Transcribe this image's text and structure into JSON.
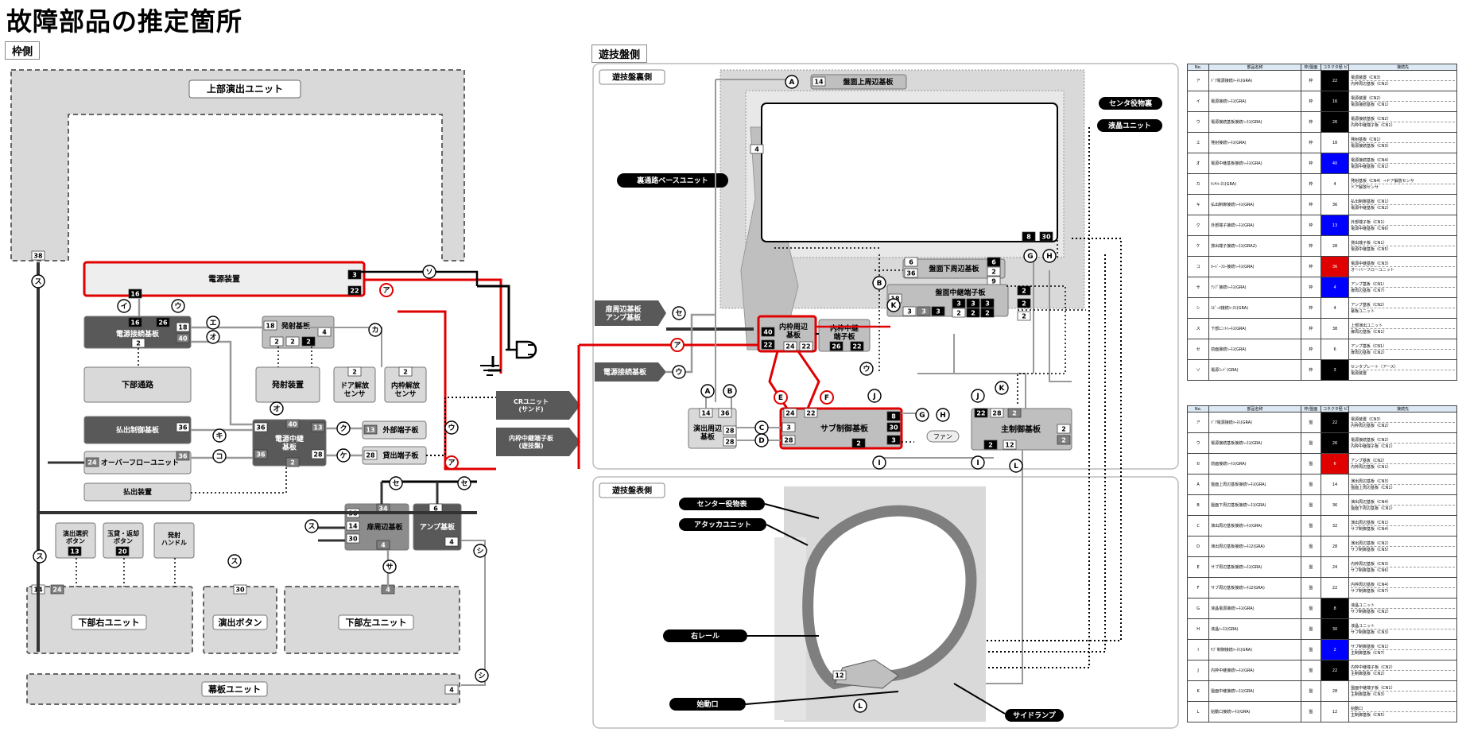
{
  "page_title": "故障部品の推定箇所",
  "sections": {
    "frame_side": "枠側",
    "board_side": "遊技盤側",
    "board_back": "遊技盤裏側",
    "board_front": "遊技盤表側"
  },
  "frame": {
    "upper_effects_unit": "上部演出ユニット",
    "power_supply": "電源装置",
    "power_connect_board": "電源接続基板",
    "launch_board": "発射基板",
    "lower_passage": "下部通路",
    "launcher": "発射装置",
    "door_sensor": "ドア解放\nセンサ",
    "inner_frame_sensor": "内枠解放\nセンサ",
    "payout_control_board": "払出制御基板",
    "power_relay_board": "電源中継\n基板",
    "external_terminal_board": "外部端子板",
    "lending_terminal_board": "貸出端子板",
    "overflow_unit": "オーバーフローユニット",
    "payout_device": "払出装置",
    "effect_select_button": "演出選択\nボタン",
    "ball_lend_button": "玉貸・返却\nボタン",
    "launch_handle": "発射\nハンドル",
    "door_periphery_board": "扉周辺基板",
    "amp_board": "アンプ基板",
    "lower_right_unit": "下部右ユニット",
    "effect_button": "演出ボタン",
    "lower_left_unit": "下部左ユニット",
    "curtain_unit": "幕板ユニット",
    "cr_unit": "CRユニット\n(サンド)",
    "inner_relay_terminal": "内枠中継端子板\n(遊技盤)"
  },
  "back": {
    "upper_periphery_board": "盤面上周辺基板",
    "center_back": "センタ役物裏",
    "lcd_unit": "液晶ユニット",
    "back_base_unit": "裏通路ベースユニット",
    "lower_periphery_board": "盤面下周辺基板",
    "middle_relay_board": "盤面中継端子板",
    "door_amp_board": "扉周辺基板\nアンプ基板",
    "inner_periphery_board": "内枠周辺\n基板",
    "inner_relay_board": "内枠中継\n端子板",
    "power_connect_board": "電源接続基板",
    "effect_periphery_board": "演出周辺\n基板",
    "sub_control_board": "サブ制御基板",
    "main_control_board": "主制御基板",
    "fan": "ファン"
  },
  "front": {
    "center_accessory": "センター役物表",
    "attacker_unit": "アタッカユニット",
    "right_rail": "右レール",
    "start_port": "始動口",
    "side_lamp": "サイドランプ"
  },
  "numbers": [
    "38",
    "3",
    "16",
    "26",
    "18",
    "40",
    "22",
    "2",
    "4",
    "36",
    "13",
    "24",
    "28",
    "14",
    "20",
    "9",
    "30",
    "34",
    "6",
    "8",
    "12"
  ],
  "letters": [
    "ア",
    "イ",
    "ウ",
    "エ",
    "オ",
    "カ",
    "キ",
    "ク",
    "ケ",
    "コ",
    "サ",
    "シ",
    "ス",
    "セ",
    "ソ",
    "A",
    "B",
    "C",
    "D",
    "E",
    "F",
    "G",
    "H",
    "I",
    "J",
    "K",
    "L"
  ],
  "table_headers": [
    "No.",
    "部品名称",
    "枠/盤面",
    "コネクタ極\nピン数",
    "接続先"
  ],
  "table1_rows": [
    [
      "ア",
      "ﾄﾞｱ電源接続ﾊｰﾈｽ(GRA)",
      "枠",
      "22",
      "電源装置（CN3）",
      "内枠周辺基板（CN2）"
    ],
    [
      "イ",
      "電源接続ﾊｰﾈｽ(GRA)",
      "枠",
      "16",
      "電源装置（CN2）",
      "電源接続基板（CN1）"
    ],
    [
      "ウ",
      "電源接続基板接続ﾊｰﾈｽ(GRA)",
      "枠",
      "26",
      "電源接続基板（CN2）",
      "内枠中継端子板（CN1）"
    ],
    [
      "エ",
      "発射接続ﾊｰﾈｽ(GRA)",
      "枠",
      "18",
      "発射基板（CN1）",
      "電源接続基板（CN3）"
    ],
    [
      "オ",
      "電源中継基板接続ﾊｰﾈｽ(GRA)",
      "枠",
      "40",
      "電源接続基板（CN4）",
      "電源中継基板（CN1）"
    ],
    [
      "カ",
      "ｾﾝｻﾊｰﾈｽ(GRA)",
      "枠",
      "4",
      "発射基板（CN4）→ドア解放センサ",
      "ドア解放センサ"
    ],
    [
      "キ",
      "払出制御接続ﾊｰﾈｽ(GRA)",
      "枠",
      "36",
      "払出制御基板（CN1）",
      "電源中継基板（CN2）"
    ],
    [
      "ク",
      "外部端子接続ﾊｰﾈｽ(GRA)",
      "枠",
      "13",
      "外部端子板（CN1）",
      "電源中継基板（CN6）"
    ],
    [
      "ケ",
      "貸出端子接続ﾊｰﾈｽ(GRA2)",
      "枠",
      "28",
      "貸出端子板（CN1）",
      "電源中継基板（CN5）"
    ],
    [
      "コ",
      "ｵｰﾊﾞｰﾌﾛｰ接続ﾊｰﾈｽ(GRA)",
      "枠",
      "36",
      "電源中継基板（CN3）",
      "オーバーフローユニット"
    ],
    [
      "サ",
      "ｱﾝﾌﾟ接続ﾊｰﾈｽ(GRA)",
      "枠",
      "4",
      "アンプ基板（CN1）",
      "扉周辺基板（CN7）"
    ],
    [
      "シ",
      "ｽﾋﾟｰｶ接続ﾊｰﾈｽ(GRA)",
      "枠",
      "4",
      "アンプ基板（CN2）",
      "幕板ユニット"
    ],
    [
      "ス",
      "下部ﾕﾆｯﾄﾊｰﾈｽ(GRA)",
      "枠",
      "38",
      "上部演出ユニット",
      "扉周辺基板（CN1）"
    ],
    [
      "セ",
      "前面接続ﾊｰﾈｽ(GRA)",
      "枠",
      "6",
      "アンプ基板（CN1）",
      "扉周辺基板（CN2）"
    ],
    [
      "ソ",
      "電源ｺｰﾄﾞ(GRA)",
      "枠",
      "3",
      "センタプレート（アース）",
      "電源装置"
    ]
  ],
  "table2_rows": [
    [
      "ア",
      "ﾄﾞｱ電源接続ﾊｰﾈｽ(GRA)",
      "盤",
      "22",
      "電源装置（CN3）",
      "内枠周辺基板（CN2）"
    ],
    [
      "ウ",
      "電源接続基板接続ﾊｰﾈｽ(GRA)",
      "盤",
      "26",
      "電源接続基板（CN2）",
      "内枠中継端子板（CN1）"
    ],
    [
      "セ",
      "前面接続ﾊｰﾈｽ(GRA)",
      "盤",
      "6",
      "アンプ基板（CN2）",
      "内枠周辺基板（CN1）"
    ],
    [
      "A",
      "盤面上周辺基板接続ﾊｰﾈｽ(GRA)",
      "盤",
      "14",
      "演出周辺基板（CN3）",
      "盤面上周辺基板（CN1）"
    ],
    [
      "B",
      "盤面下周辺基板接続ﾊｰﾈｽ(GRA)",
      "盤",
      "36",
      "演出周辺基板（CN4）",
      "盤面下周辺基板（CN1）"
    ],
    [
      "C",
      "演出周辺基板接続ﾊｰﾈｽ(GRA)",
      "盤",
      "32",
      "演出周辺基板（CN1）",
      "サブ制御基板（CN4）"
    ],
    [
      "D",
      "演出周辺基板接続ﾊｰﾈｽ2(GRA)",
      "盤",
      "28",
      "演出周辺基板（CN2）",
      "サブ制御基板（CN5）"
    ],
    [
      "E",
      "サブ周辺基板接続ﾊｰﾈｽ(GRA)",
      "盤",
      "24",
      "内枠周辺基板（CN3）",
      "サブ制御基板（CN6）"
    ],
    [
      "F",
      "サブ周辺基板接続ﾊｰﾈｽ2(GRA)",
      "盤",
      "22",
      "内枠周辺基板（CN4）",
      "サブ制御基板（CN7）"
    ],
    [
      "G",
      "液晶電源接続ﾊｰﾈｽ(GRA)",
      "盤",
      "8",
      "液晶ユニット",
      "サブ制御基板（CN2）"
    ],
    [
      "H",
      "液晶ﾊｰﾈｽ(GRA)",
      "盤",
      "30",
      "液晶ユニット",
      "サブ制御基板（CN3）"
    ],
    [
      "I",
      "ｻﾌﾞ制御接続ﾊｰﾈｽ(GRA)",
      "盤",
      "2",
      "サブ制御基板（CN1）",
      "主制御基板（CN7）"
    ],
    [
      "J",
      "内枠中継接続ﾊｰﾈｽ(GRA)",
      "盤",
      "22",
      "内枠中継端子板（CN2）",
      "主制御基板（CN2）"
    ],
    [
      "K",
      "盤面中継接続ﾊｰﾈｽ(GRA)",
      "盤",
      "28",
      "盤面中継端子板（CN1）",
      "主制御基板（CN3）"
    ],
    [
      "L",
      "始動口接続ﾊｰﾈｽ(GRA)",
      "盤",
      "12",
      "始動口",
      "主制御基板（CN5）"
    ]
  ],
  "colors": {
    "red": "#e00000",
    "dark": "#595959",
    "mid": "#a6a6a6",
    "light": "#d9d9d9",
    "blue": "#0000ff",
    "black": "#000000"
  }
}
